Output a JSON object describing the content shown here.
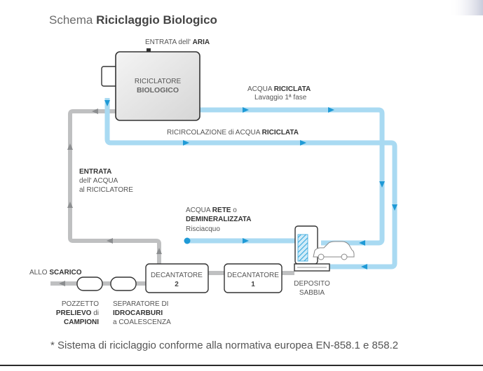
{
  "title": {
    "light": "Schema ",
    "bold": "Riciclaggio Biologico"
  },
  "air_inlet": {
    "light": "ENTRATA dell' ",
    "bold": "ARIA"
  },
  "bio_recycler": {
    "line1": "RICICLATORE",
    "line2": "BIOLOGICO"
  },
  "recycled_water": {
    "light": "ACQUA ",
    "bold": "RICICLATA",
    "sub": "Lavaggio 1ª fase"
  },
  "recirculation": {
    "light": "RICIRCOLAZIONE di ACQUA ",
    "bold": "RICICLATA"
  },
  "water_inlet": {
    "line1": "ENTRATA",
    "line2": "dell' ACQUA",
    "line3": "al RICICLATORE"
  },
  "mains_water": {
    "light1": "ACQUA ",
    "bold1": "RETE",
    "light2": " o",
    "bold2": "DEMINERALIZZATA",
    "sub": "Risciacquo"
  },
  "decanter2": {
    "line1": "DECANTATORE",
    "line2": "2"
  },
  "decanter1": {
    "line1": "DECANTATORE",
    "line2": "1"
  },
  "sand_deposit": {
    "line1": "DEPOSITO",
    "line2": "SABBIA"
  },
  "discharge": {
    "light": "ALLO ",
    "bold": "SCARICO"
  },
  "sampling_well": {
    "line1": "POZZETTO",
    "bold2": "PRELIEVO",
    "light2": " di",
    "bold3": "CAMPIONI"
  },
  "separator": {
    "line1": "SEPARATORE DI",
    "bold2": "IDROCARBURI",
    "line3": "a COALESCENZA"
  },
  "footnote": "* Sistema di riciclaggio conforme alla normativa europea EN-858.1 e 858.2",
  "colors": {
    "blue_pipe": "#a9daf2",
    "blue_arrow": "#1f9ad6",
    "grey_pipe": "#bfc0c1",
    "grey_arrow": "#8c8e90",
    "text": "#555555",
    "bold_text": "#333333"
  }
}
